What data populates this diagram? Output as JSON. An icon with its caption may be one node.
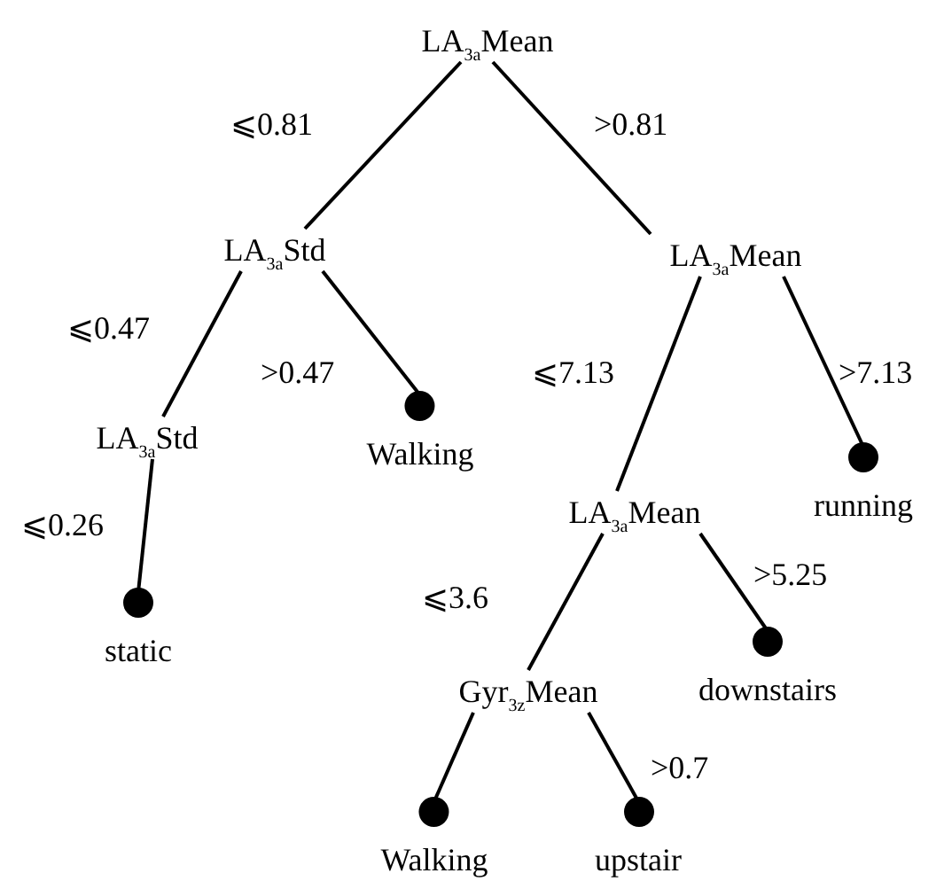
{
  "diagram": {
    "nodes": [
      {
        "text": [
          "LA$_{3a}$Mean"
        ]
      },
      {
        "text": [
          "LA$_{3a}$Std"
        ]
      },
      {
        "text": [
          "LA$_{3a}$Mean"
        ]
      },
      {
        "text": [
          "LA$_{3a}$Std"
        ]
      },
      {
        "text": [
          "Walking"
        ]
      },
      {
        "text": [
          "running"
        ]
      },
      {
        "text": [
          "LA$_{3a}$Mean"
        ]
      },
      {
        "text": [
          "static"
        ]
      },
      {
        "text": [
          "downstairs"
        ]
      },
      {
        "text": [
          "Gyr$_{3z}$Mean"
        ]
      },
      {
        "text": [
          "Walking"
        ]
      },
      {
        "text": [
          "upstair"
        ]
      }
    ],
    "edges": [
      {
        "from": 0,
        "to": 1,
        "arrow": "none",
        "label": "⩽0.81"
      },
      {
        "from": 0,
        "to": 2,
        "arrow": "none",
        "label": ">0.81"
      },
      {
        "from": 1,
        "to": 3,
        "arrow": "none",
        "label": "⩽0.47"
      },
      {
        "from": 1,
        "to": 4,
        "arrow": "none",
        "label": ">0.47"
      },
      {
        "from": 2,
        "to": 6,
        "arrow": "none",
        "label": "⩽7.13"
      },
      {
        "from": 2,
        "to": 5,
        "arrow": "none",
        "label": ">7.13"
      },
      {
        "from": 3,
        "to": 7,
        "arrow": "none",
        "label": "⩽0.26"
      },
      {
        "from": 6,
        "to": 9,
        "arrow": "none",
        "label": "⩽3.6"
      },
      {
        "from": 6,
        "to": 8,
        "arrow": "none",
        "label": ">5.25"
      },
      {
        "from": 9,
        "to": 10,
        "arrow": "none"
      },
      {
        "from": 9,
        "to": 11,
        "arrow": "none",
        "label": ">0.7"
      }
    ]
  }
}
